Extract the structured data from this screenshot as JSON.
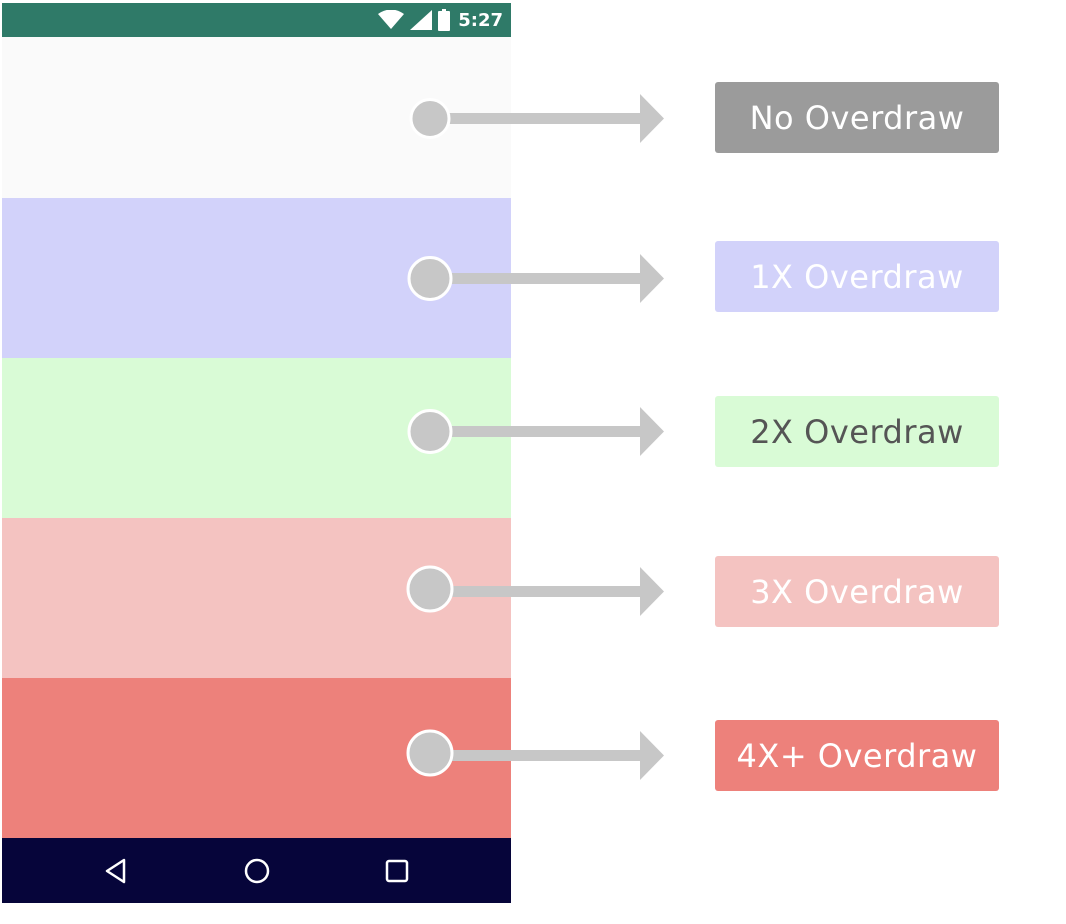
{
  "status_bar": {
    "time": "5:27",
    "background": "#2f7a68",
    "icons": [
      "wifi-icon",
      "cellular-signal-icon",
      "battery-icon"
    ]
  },
  "navigation_bar": {
    "background": "#06053a",
    "buttons": [
      "back-icon",
      "home-icon",
      "recents-icon"
    ]
  },
  "levels": [
    {
      "label": "No Overdraw",
      "band_color": "#fafafa",
      "label_bg": "#9b9b9b",
      "label_color": "#ffffff"
    },
    {
      "label": "1X Overdraw",
      "band_color": "#d2d2fa",
      "label_bg": "#d2d2fa",
      "label_color": "#ffffff"
    },
    {
      "label": "2X Overdraw",
      "band_color": "#d9fbd6",
      "label_bg": "#d9fbd6",
      "label_color": "#555555"
    },
    {
      "label": "3X Overdraw",
      "band_color": "#f4c3c1",
      "label_bg": "#f4c3c1",
      "label_color": "#ffffff"
    },
    {
      "label": "4X+ Overdraw",
      "band_color": "#ed817b",
      "label_bg": "#ed817b",
      "label_color": "#ffffff"
    }
  ],
  "connector_color": "#c7c7c7"
}
